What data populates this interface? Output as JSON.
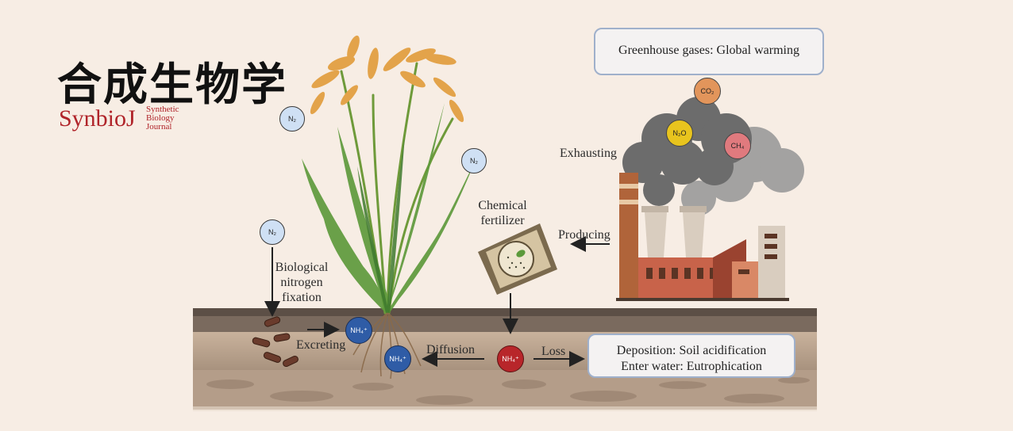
{
  "logo": {
    "cn": "合成生物学",
    "en": "SynbioJ",
    "sub_line1": "Synthetic",
    "sub_line2": "Biology",
    "sub_line3": "Journal"
  },
  "labels": {
    "greenhouse": "Greenhouse gases: Global warming",
    "exhausting": "Exhausting",
    "producing": "Producing",
    "fertilizer_line1": "Chemical",
    "fertilizer_line2": "fertilizer",
    "bnf_line1": "Biological",
    "bnf_line2": "nitrogen",
    "bnf_line3": "fixation",
    "excreting": "Excreting",
    "diffusion": "Diffusion",
    "loss": "Loss",
    "deposition": "Deposition: Soil acidification",
    "enter_water": "Enter water: Eutrophication"
  },
  "molecules": {
    "n2": "N₂",
    "nh4": "NH₄⁺",
    "co2": "CO₂",
    "n2o": "N₂O",
    "ch4": "CH₄"
  },
  "colors": {
    "background": "#f7ede4",
    "soil_dark": "#6b5c52",
    "soil_mid": "#b39c87",
    "box_border": "#9fb0cb",
    "logo_red": "#b0242a",
    "nh4_blue": "#2f5ca6",
    "nh4_red": "#b8262a",
    "n2_fill": "#cfe0f4"
  }
}
